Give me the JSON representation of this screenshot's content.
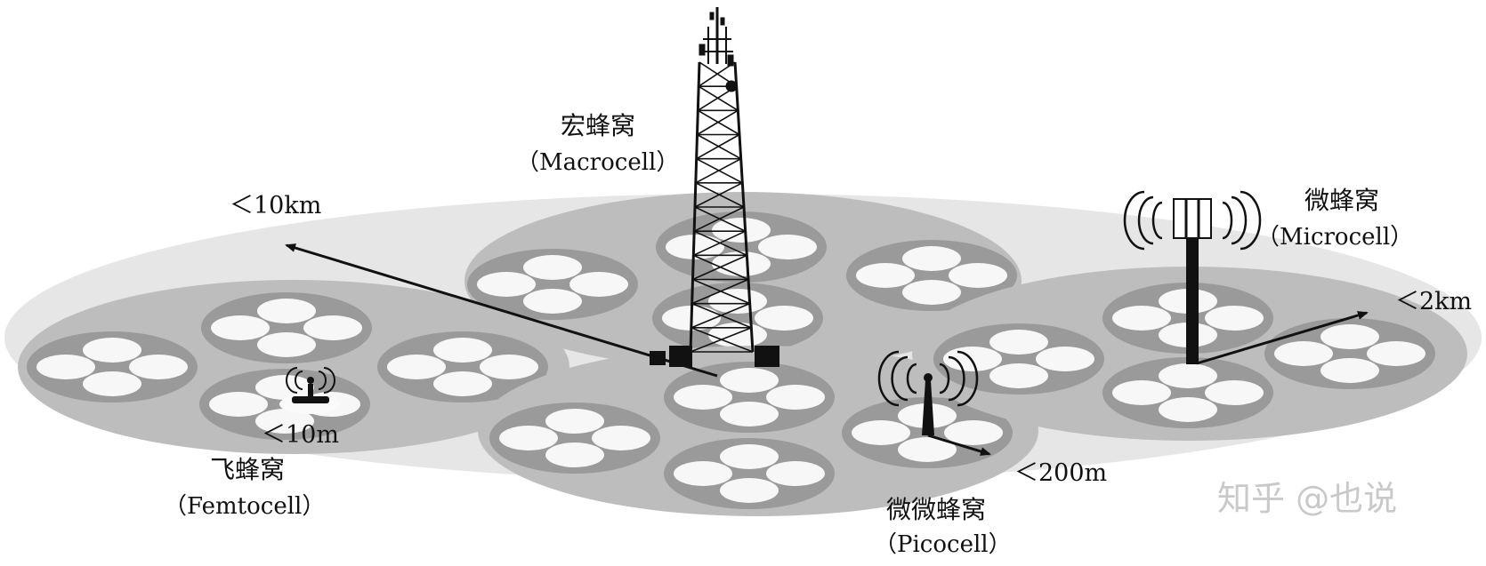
{
  "labels": {
    "macro_cn": "宏蜂窝",
    "macro_en": "（Macrocell）",
    "micro_cn": "微蜂窝",
    "micro_en": "（Microcell）",
    "femto_cn": "飞蜂窝",
    "femto_en": "（Femtocell）",
    "pico_cn": "微微蜂窝",
    "pico_en": "（Picocell）"
  },
  "distances": {
    "macro": "＜10km",
    "micro": "＜2km",
    "femto": "＜10m",
    "pico": "＜200m"
  },
  "watermark": "知乎 @也说",
  "colors": {
    "outer_ellipse": "#e6e6e6",
    "cluster": "#bdbdbd",
    "sub_ring": "#9a9a9a",
    "cell": "#f7f7f7",
    "ink": "#111111"
  }
}
